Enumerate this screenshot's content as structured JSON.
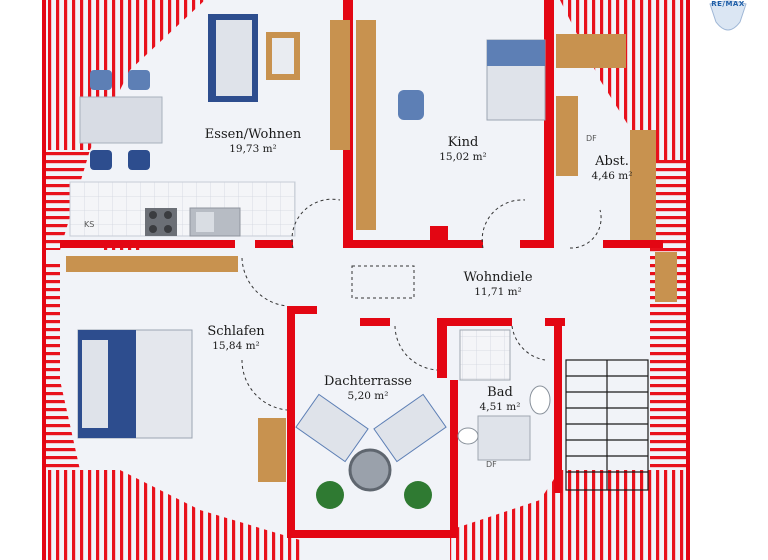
{
  "plan": {
    "logo_text": "RE/MAX",
    "colors": {
      "wall": "#e30613",
      "hatch": "#e8111c",
      "floor": "#f1f3f8",
      "wood": "#c8924f",
      "sofa": "#2d4d8e"
    },
    "rooms": [
      {
        "id": "essen",
        "name": "Essen/Wohnen",
        "area": "19,73 m²"
      },
      {
        "id": "kind",
        "name": "Kind",
        "area": "15,02 m²"
      },
      {
        "id": "abst",
        "name": "Abst.",
        "area": "4,46 m²"
      },
      {
        "id": "wohndiele",
        "name": "Wohndiele",
        "area": "11,71 m²"
      },
      {
        "id": "schlafen",
        "name": "Schlafen",
        "area": "15,84 m²"
      },
      {
        "id": "dachterrasse",
        "name": "Dachterrasse",
        "area": "5,20 m²"
      },
      {
        "id": "bad",
        "name": "Bad",
        "area": "4,51 m²"
      }
    ],
    "tags": {
      "ks": "KS",
      "df_abst": "DF",
      "df_bad": "DF"
    }
  }
}
